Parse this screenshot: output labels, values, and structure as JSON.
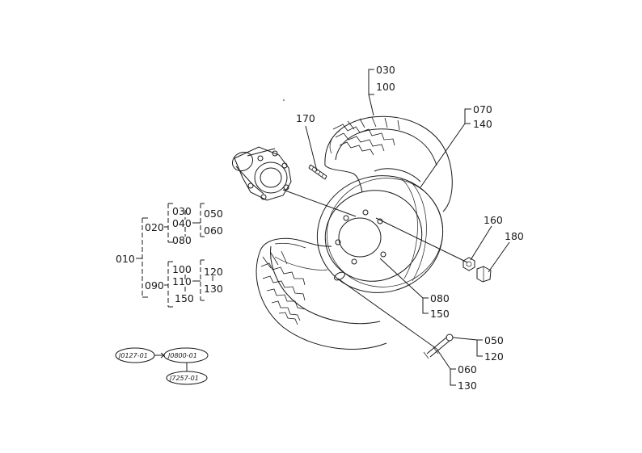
{
  "callouts": {
    "c030": "030",
    "c100": "100",
    "c070": "070",
    "c140": "140",
    "c170": "170",
    "c160": "160",
    "c180": "180",
    "c080": "080",
    "c150": "150",
    "c050": "050",
    "c120": "120",
    "c060": "060",
    "c130": "130"
  },
  "tree": {
    "root": "010",
    "n020": "020",
    "n030": "030",
    "n040": "040",
    "n080": "080",
    "n050": "050",
    "n060": "060",
    "n090": "090",
    "n100": "100",
    "n110": "110",
    "n150": "150",
    "n120": "120",
    "n130": "130"
  },
  "refs": {
    "r1": "J0127-01",
    "r2": "J0800-01",
    "r3": "J7257-01"
  }
}
